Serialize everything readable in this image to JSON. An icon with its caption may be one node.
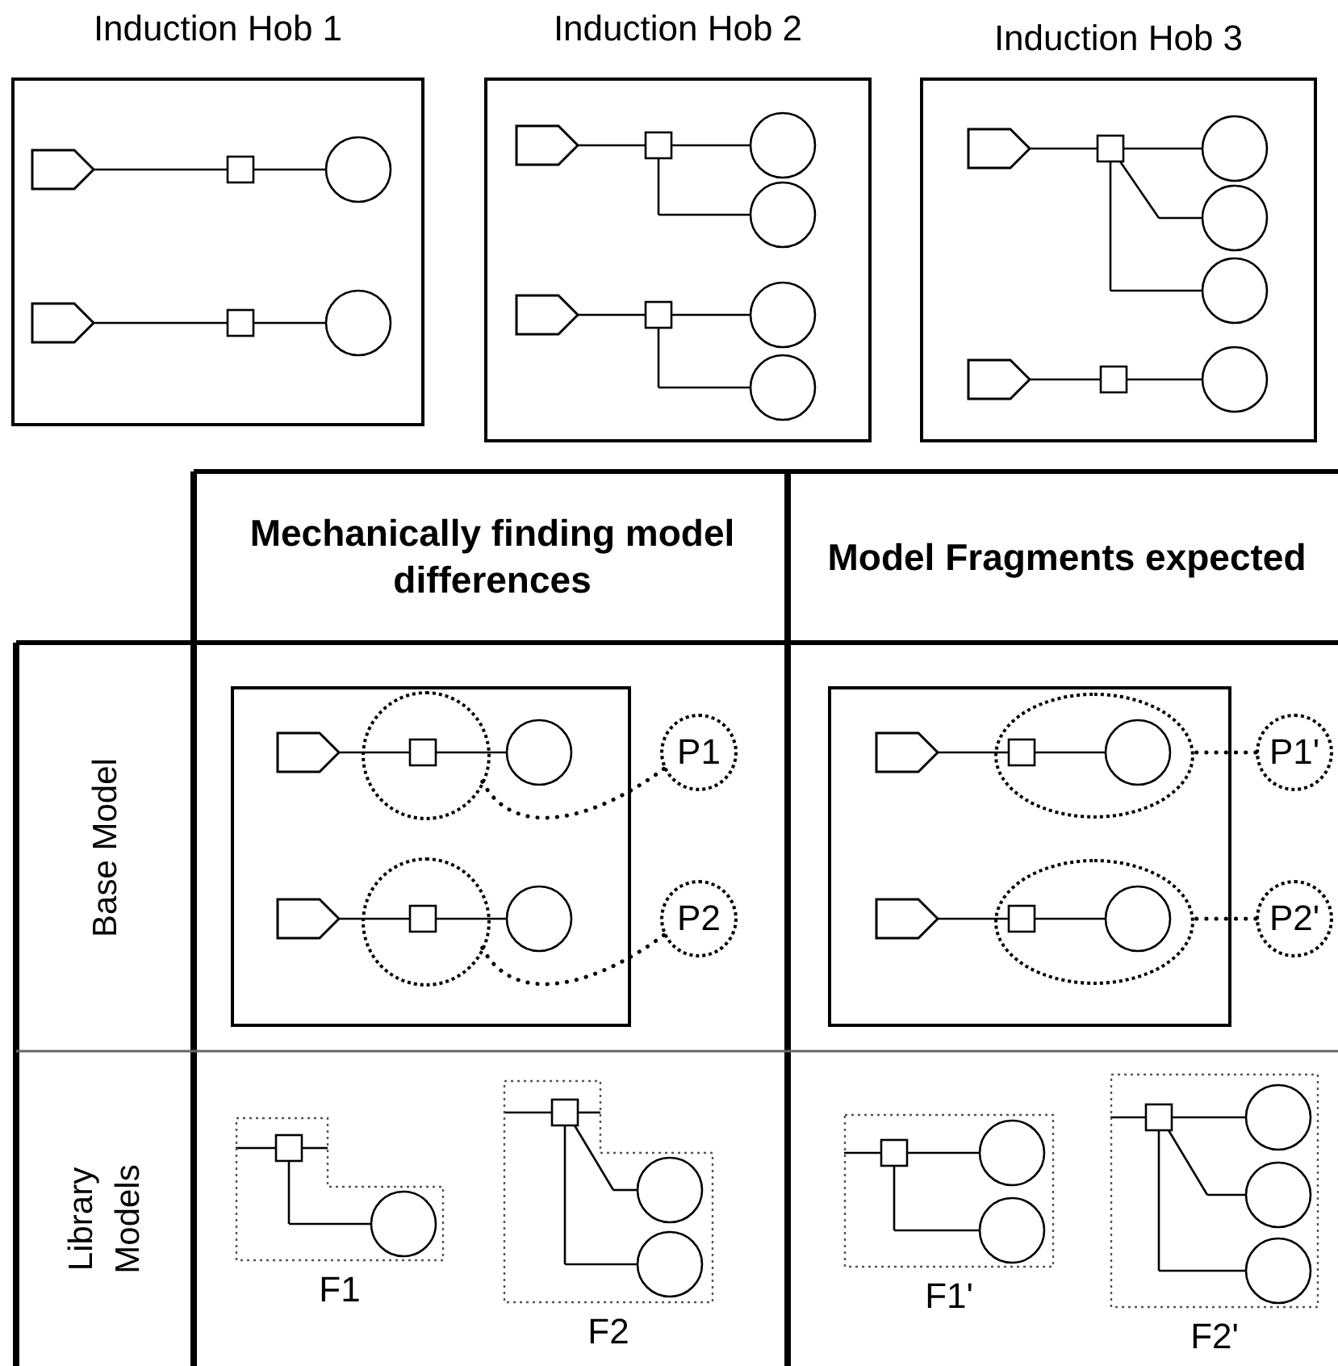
{
  "diagram": {
    "nodes": [
      {
        "text": [
          "Induction Hob 1"
        ]
      },
      {
        "text": [
          "Induction Hob 2"
        ]
      },
      {
        "text": [
          "Induction Hob 3"
        ]
      },
      {
        "text": [],
        "shape": "box"
      },
      {
        "text": [],
        "shape": "circle",
        "in": 3
      },
      {
        "text": [],
        "shape": "circle",
        "in": 3
      },
      {
        "text": [
          "P1"
        ]
      },
      {
        "text": [
          "P2"
        ]
      },
      {
        "text": [],
        "shape": "box"
      },
      {
        "text": [],
        "shape": "ellipse",
        "in": 8
      },
      {
        "text": [],
        "shape": "ellipse",
        "in": 8
      },
      {
        "text": [
          "P1'"
        ]
      },
      {
        "text": [
          "P2'"
        ]
      },
      {
        "text": [
          "F1"
        ]
      },
      {
        "text": [
          "F2"
        ]
      },
      {
        "text": [
          "F1'"
        ]
      },
      {
        "text": [
          "F2'"
        ]
      }
    ],
    "edges": [
      {
        "from": 6,
        "to": 4,
        "arrow": "none",
        "style": "dashed"
      },
      {
        "from": 7,
        "to": 5,
        "arrow": "none",
        "style": "dashed"
      },
      {
        "from": 11,
        "to": 9,
        "arrow": "none",
        "style": "dashed"
      },
      {
        "from": 12,
        "to": 10,
        "arrow": "none",
        "style": "dashed"
      }
    ],
    "labels": [
      "Mechanically finding model differences",
      "Model Fragments expected",
      "Base Model",
      "Library Models"
    ]
  }
}
